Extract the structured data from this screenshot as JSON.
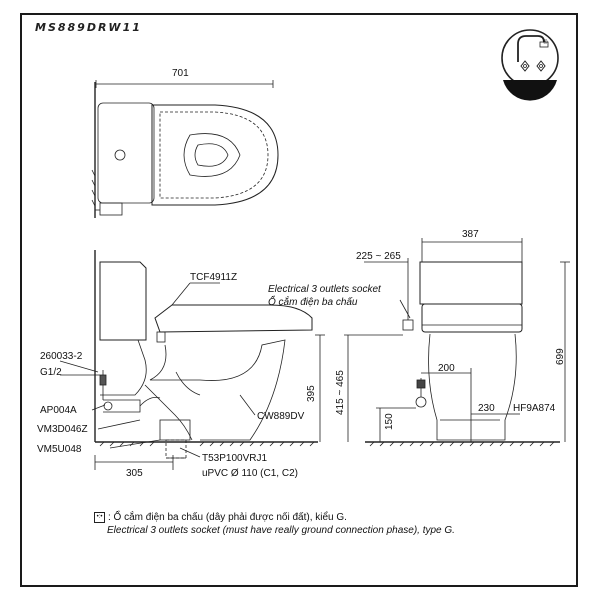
{
  "model": "MS889DRW11",
  "top_view": {
    "width_dim": "701"
  },
  "side_view": {
    "seat_label": "TCF4911Z",
    "height_dim": "395",
    "body_label": "CW889DV",
    "offset_dim": "305",
    "parts": [
      "260033-2",
      "G1/2",
      "AP004A",
      "VM3D046Z",
      "VM5U048",
      "T53P100VRJ1"
    ],
    "pipe_label": "uPVC Ø 110 (C1, C2)"
  },
  "front_view": {
    "width_dim": "387",
    "socket_range": "225 ~ 265",
    "socket_label_en": "Electrical 3 outlets socket",
    "socket_label_vi": "Ổ cắm điện ba chấu",
    "total_height": "699",
    "socket_height": "415 ~ 465",
    "valve_offset": "200",
    "valve_height": "150",
    "foot_dim": "230",
    "hose_label": "HF9A874"
  },
  "note": {
    "symbol": "•:•",
    "line1": ": Ổ cắm điện ba chấu (dây phải được nối đất), kiểu G.",
    "line2": "Electrical 3 outlets socket (must have really ground connection phase), type G."
  },
  "logo": {
    "mark": "®"
  }
}
